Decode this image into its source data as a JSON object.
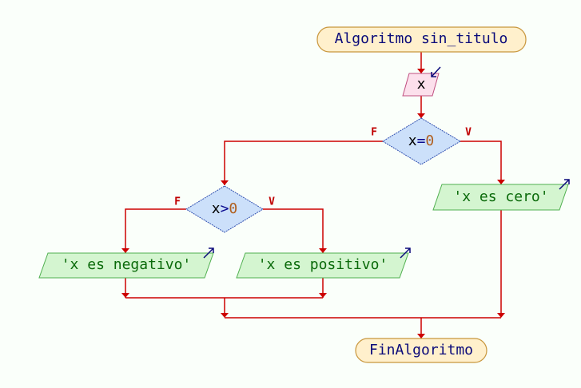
{
  "diagram": {
    "type": "flowchart",
    "start": {
      "label": "Algoritmo sin_titulo"
    },
    "input": {
      "label": "x",
      "icon": "input-arrow-icon"
    },
    "decision1": {
      "var": "x",
      "op": "=",
      "num": "0",
      "false_label": "F",
      "true_label": "V"
    },
    "output_zero": {
      "label": "'x es cero'",
      "icon": "output-arrow-icon"
    },
    "decision2": {
      "var": "x",
      "op": ">",
      "num": "0",
      "false_label": "F",
      "true_label": "V"
    },
    "output_negative": {
      "label": "'x es negativo'",
      "icon": "output-arrow-icon"
    },
    "output_positive": {
      "label": "'x es positivo'",
      "icon": "output-arrow-icon"
    },
    "end": {
      "label": "FinAlgoritmo"
    },
    "colors": {
      "background": "#fafffa",
      "arrow": "#cc0000",
      "terminal_fill": "#fff0cc",
      "terminal_stroke": "#c8963c",
      "input_fill": "#fce0ec",
      "input_stroke": "#c05080",
      "decision_fill": "#cce0fa",
      "decision_stroke": "#3050b0",
      "output_fill": "#d4f5d0",
      "output_stroke": "#50b050"
    }
  }
}
